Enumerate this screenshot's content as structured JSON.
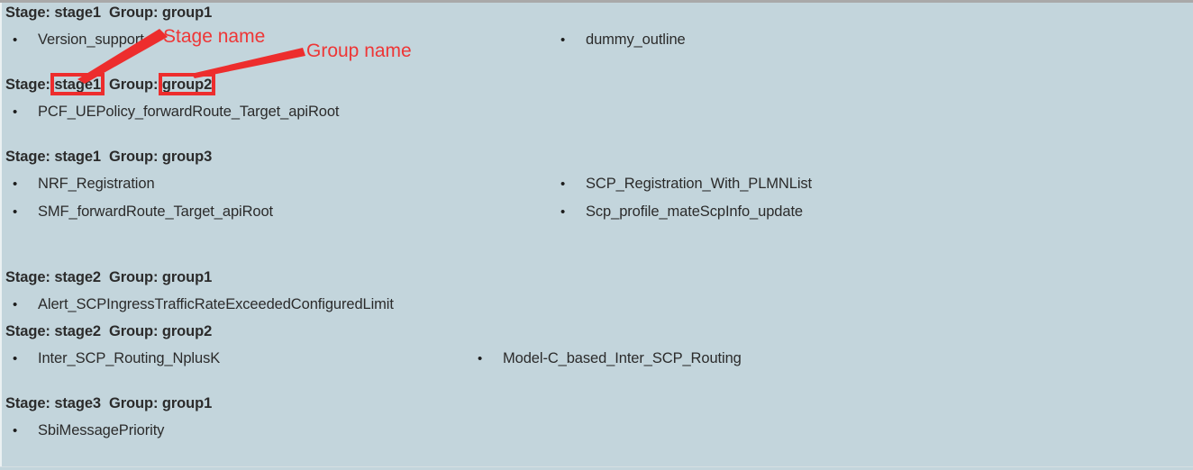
{
  "theme": {
    "background": "#c3d5dc",
    "text": "#2b2b2b",
    "annotation_red": "#ed2d2d",
    "top_rule": "#a9a9a9"
  },
  "bullet_glyph": "•",
  "labels": {
    "stage_prefix": "Stage:",
    "group_prefix": "Group:"
  },
  "annotations": [
    {
      "name": "stage-name-annotation",
      "text": "Stage name"
    },
    {
      "name": "group-name-annotation",
      "text": "Group name"
    }
  ],
  "sections": [
    {
      "stage": "stage1",
      "group": "group1",
      "stage_highlighted": false,
      "group_highlighted": false,
      "left_items": [
        "Version_support"
      ],
      "right_items": [
        "dummy_outline"
      ]
    },
    {
      "stage": "stage1",
      "group": "group2",
      "stage_highlighted": true,
      "group_highlighted": true,
      "left_items": [
        "PCF_UEPolicy_forwardRoute_Target_apiRoot"
      ],
      "right_items": []
    },
    {
      "stage": "stage1",
      "group": "group3",
      "stage_highlighted": false,
      "group_highlighted": false,
      "left_items": [
        "NRF_Registration",
        "SMF_forwardRoute_Target_apiRoot"
      ],
      "right_items": [
        "SCP_Registration_With_PLMNList",
        "Scp_profile_mateScpInfo_update"
      ]
    },
    {
      "stage": "stage2",
      "group": "group1",
      "stage_highlighted": false,
      "group_highlighted": false,
      "left_items": [
        "Alert_SCPIngressTrafficRateExceededConfiguredLimit"
      ],
      "right_items": []
    },
    {
      "stage": "stage2",
      "group": "group2",
      "stage_highlighted": false,
      "group_highlighted": false,
      "left_items": [
        "Inter_SCP_Routing_NplusK"
      ],
      "right_items": [
        "Model-C_based_Inter_SCP_Routing"
      ]
    },
    {
      "stage": "stage3",
      "group": "group1",
      "stage_highlighted": false,
      "group_highlighted": false,
      "left_items": [
        "SbiMessagePriority"
      ],
      "right_items": []
    }
  ]
}
